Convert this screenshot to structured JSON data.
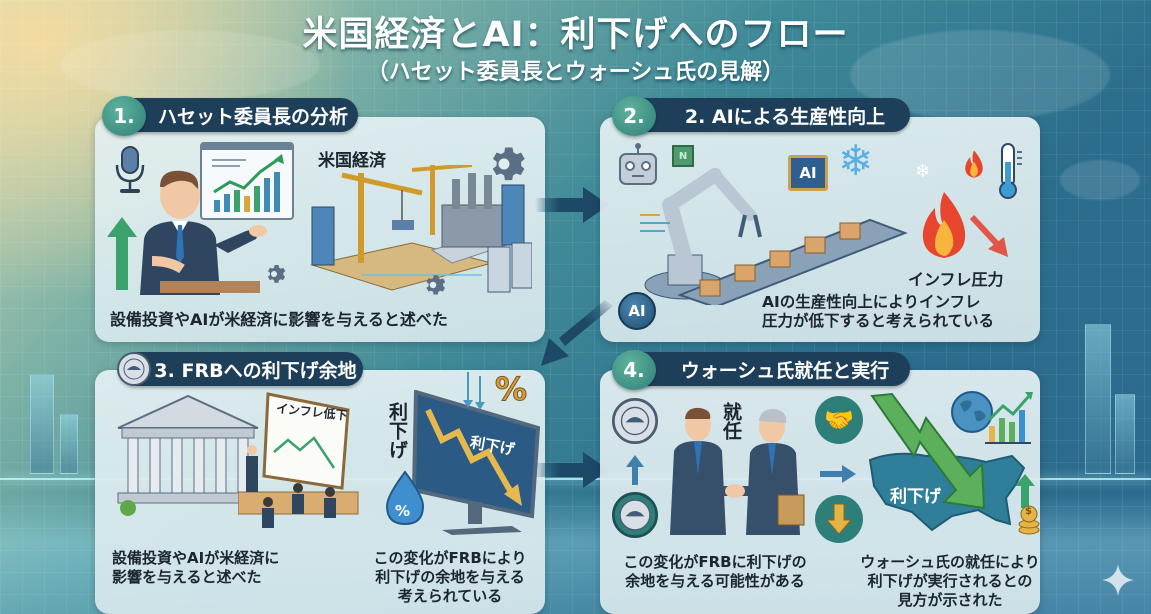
{
  "header": {
    "title": "米国経済とAI：利下げへのフロー",
    "subtitle": "（ハセット委員長とウォーシュ氏の見解）"
  },
  "steps": [
    {
      "number": "1.",
      "title": "ハセット委員長の分析",
      "illustration_label": "米国経済",
      "description": "設備投資やAIが米経済に影響を与えると述べた"
    },
    {
      "number": "2.",
      "title": "2. AIによる生産性向上",
      "illustration_label": "インフレ圧力",
      "chip_label": "AI",
      "badge_label": "AI",
      "small_chip_label": "N",
      "description_lines": [
        "AIの生産性向上によりインフレ",
        "圧力が低下すると考えられている"
      ]
    },
    {
      "number": "3.",
      "title": "3. FRBへの利下げ余地",
      "whiteboard_label": "インフレ低下",
      "vertical_label": "利下げ",
      "monitor_label": "利下げ",
      "percent_symbol": "%",
      "description_left_lines": [
        "設備投資やAIが米経済に",
        "影響を与えると述べた"
      ],
      "description_right_lines": [
        "この変化がFRBにより",
        "利下げの余地を与える",
        "考えられている"
      ]
    },
    {
      "number": "4.",
      "title": "ウォーシュ氏就任と実行",
      "vertical_label": "就任",
      "map_label": "利下げ",
      "coin_symbol": "$",
      "description_left_lines": [
        "この変化がFRBに利下げの",
        "余地を与える可能性がある"
      ],
      "description_right_lines": [
        "ウォーシュ氏の就任により",
        "利下げが実行されるとの",
        "見方が示された"
      ]
    }
  ],
  "colors": {
    "pill": "#1e3f5a",
    "badge": "#2e7f7a",
    "arrow": "#1d4866",
    "green": "#3aa26a",
    "orange": "#e98b2e"
  }
}
